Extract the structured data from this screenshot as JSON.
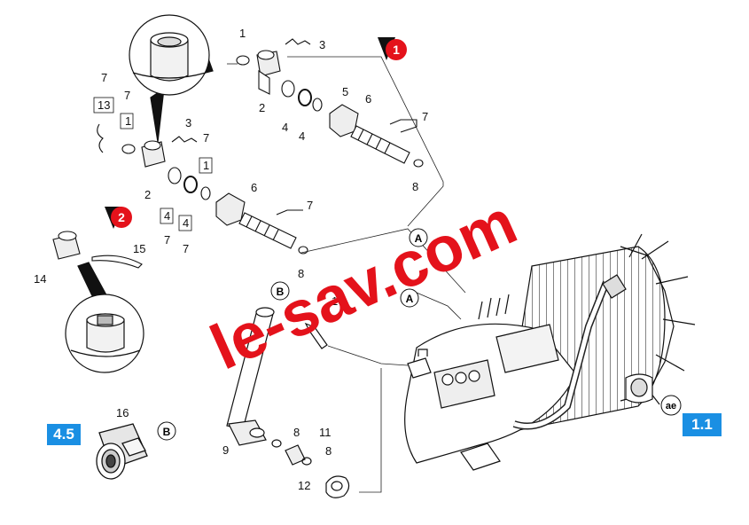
{
  "callouts": {
    "c1a": "1",
    "c3a": "3",
    "c7a": "7",
    "c13": "13",
    "c7b": "7",
    "c1b": "1",
    "c2a": "2",
    "c4a": "4",
    "c4b": "4",
    "c5": "5",
    "c6a": "6",
    "c7c": "7",
    "c8a": "8",
    "c3b": "3",
    "c7d": "7",
    "c1c": "1",
    "c2b": "2",
    "c4c": "4",
    "c7e": "7",
    "c4d": "4",
    "c7f": "7",
    "c6b": "6",
    "c7g": "7",
    "c8b": "8",
    "c15": "15",
    "c14": "14",
    "c10": "10",
    "c16": "16",
    "c9": "9",
    "c8c": "8",
    "c11": "11",
    "c8d": "8",
    "c12": "12"
  },
  "reference_markers": {
    "A1": "A",
    "A2": "A",
    "B1": "B",
    "B2": "B",
    "ae": "ae"
  },
  "view_markers": {
    "view1": "1",
    "view2": "2"
  },
  "badges": {
    "left": {
      "label": "4.5",
      "color": "#1a8fe3"
    },
    "right": {
      "label": "1.1",
      "color": "#1a8fe3"
    }
  },
  "watermark": {
    "text": "le-sav.com",
    "color": "#e4121b"
  },
  "colors": {
    "line": "#1a1a1a",
    "marker_red": "#e4121b"
  }
}
